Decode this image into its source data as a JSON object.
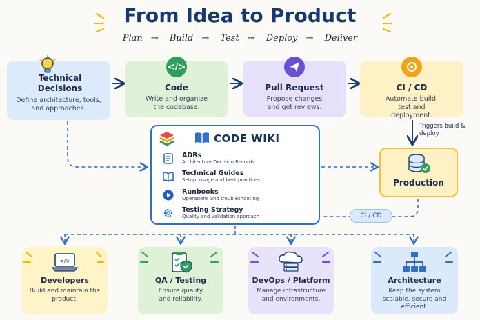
{
  "title": "From Idea to Product",
  "flow": {
    "steps": [
      "Plan",
      "Build",
      "Test",
      "Deploy",
      "Deliver"
    ],
    "arrow": "→"
  },
  "stages": [
    {
      "title": "Technical Decisions",
      "desc": "Define architecture, tools, and approaches.",
      "icon": "lightbulb-icon",
      "color": "#f2c230"
    },
    {
      "title": "Code",
      "desc": "Write and organize the codebase.",
      "icon": "code-brackets-icon",
      "color": "#2e9e5b"
    },
    {
      "title": "Pull Request",
      "desc": "Propose changes and get reviews.",
      "icon": "paper-plane-icon",
      "color": "#6a4fd1"
    },
    {
      "title": "CI / CD",
      "desc": "Automate build, test and deployment.",
      "icon": "gear-cycle-icon",
      "color": "#f0a41a"
    }
  ],
  "wiki": {
    "title": "CODE WIKI",
    "items": [
      {
        "title": "ADRs",
        "desc": "Architecture Decision Records",
        "icon": "document-icon"
      },
      {
        "title": "Technical Guides",
        "desc": "Setup, usage and best practices",
        "icon": "open-book-icon"
      },
      {
        "title": "Runbooks",
        "desc": "Operations and troubleshooting",
        "icon": "play-icon"
      },
      {
        "title": "Testing Strategy",
        "desc": "Quality and validation approach",
        "icon": "gear-icon"
      }
    ]
  },
  "triggers": "Triggers build & deploy",
  "production": "Production",
  "pill": "CI / CD",
  "audiences": [
    {
      "title": "Developers",
      "desc": "Build and maintain the product.",
      "icon": "laptop-code-icon",
      "bg": "#fff3c8"
    },
    {
      "title": "QA / Testing",
      "desc": "Ensure quality and reliability.",
      "icon": "clipboard-check-icon",
      "bg": "#dff2d8"
    },
    {
      "title": "DevOps / Platform",
      "desc": "Manage infrastructure and environments.",
      "icon": "cloud-server-icon",
      "bg": "#e8e2fb"
    },
    {
      "title": "Architecture",
      "desc": "Keep the system scalable, secure and efficient.",
      "icon": "hierarchy-icon",
      "bg": "#dbeafb"
    }
  ],
  "colors": {
    "accent": "#2f6fc6",
    "title": "#173a6e",
    "spark": "#f2b705"
  }
}
